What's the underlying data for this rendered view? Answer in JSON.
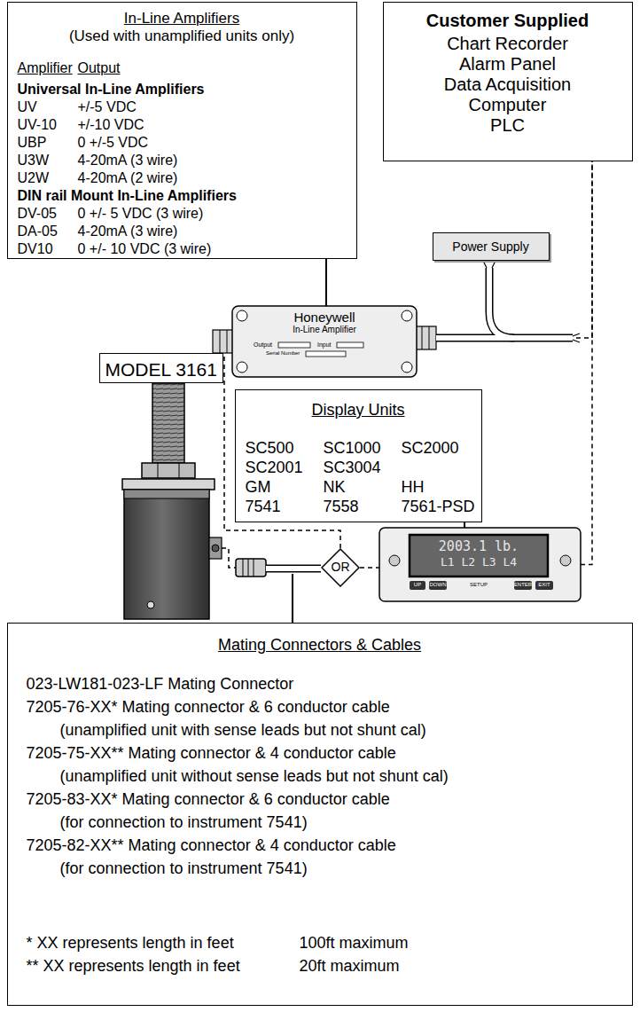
{
  "diagram": {
    "nodes": [
      {
        "text": [
          "In-Line Amplifiers",
          "(Used with unamplified units only)",
          "Amplifier",
          "Output",
          "Universal In-Line Amplifiers",
          "UV",
          "+/-5 VDC",
          "UV-10",
          "+/-10 VDC",
          "UBP",
          "0 +/-5 VDC",
          "U3W",
          "4-20mA (3 wire)",
          "U2W",
          "4-20mA (2 wire)",
          "DIN rail Mount In-Line Amplifiers",
          "DV-05",
          "0 +/- 5 VDC (3 wire)",
          "DA-05",
          "4-20mA (3 wire)",
          "DV10",
          "0 +/- 10 VDC (3 wire)"
        ]
      },
      {
        "text": [
          "Customer Supplied",
          "Chart Recorder",
          "Alarm Panel",
          "Data Acquisition",
          "Computer",
          "PLC"
        ]
      },
      {
        "text": [
          "Power Supply"
        ]
      },
      {
        "text": [
          "Honeywell",
          "In-Line Amplifier",
          "Output",
          "Input",
          "Serial Number"
        ]
      },
      {
        "text": [
          "MODEL 3161"
        ]
      },
      {
        "text": [
          "Display Units",
          "SC500",
          "SC1000",
          "SC2000",
          "SC2001",
          "SC3004",
          "GM",
          "NK",
          "HH",
          "7541",
          "7558",
          "7561-PSD"
        ]
      },
      {
        "text": [
          "OR"
        ]
      },
      {
        "text": [
          "2003.1 lb.",
          "L1 L2 L3 L4",
          "UP",
          "DOWN",
          "SETUP",
          "ENTER",
          "EXIT"
        ]
      },
      {
        "text": [
          "Mating Connectors & Cables",
          "023-LW181-023-LF Mating Connector",
          "7205-76-XX* Mating connector & 6 conductor cable",
          "(unamplified unit with sense leads but not shunt cal)",
          "7205-75-XX** Mating connector & 4 conductor cable",
          "(unamplified unit without sense leads but not shunt cal)",
          "7205-83-XX* Mating connector & 6 conductor cable",
          "(for connection to instrument 7541)",
          "7205-82-XX** Mating connector & 4 conductor cable",
          "(for connection to instrument 7541)",
          "* XX represents length in feet",
          "100ft maximum",
          "** XX represents length in feet",
          "20ft maximum"
        ]
      }
    ],
    "edges": [
      {
        "from": 0,
        "to": 3,
        "arrow": "none"
      },
      {
        "from": 5,
        "to": 7,
        "arrow": "none"
      },
      {
        "from": 6,
        "to": 3,
        "arrow": "none"
      },
      {
        "from": 6,
        "to": 7,
        "arrow": "none"
      },
      {
        "from": 3,
        "to": 1,
        "arrow": "none"
      },
      {
        "from": 7,
        "to": 1,
        "arrow": "none"
      }
    ]
  }
}
